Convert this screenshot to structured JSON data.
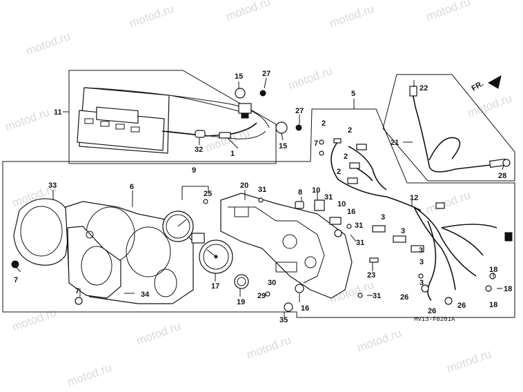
{
  "watermark": "motod.ru",
  "drawing_code": "MV13-F0201A",
  "front_marker": "FR.",
  "callouts": [
    "1",
    "2",
    "3",
    "6",
    "7",
    "8",
    "9",
    "10",
    "11",
    "12",
    "15",
    "16",
    "17",
    "18",
    "19",
    "20",
    "21",
    "22",
    "23",
    "25",
    "26",
    "27",
    "28",
    "29",
    "30",
    "31",
    "32",
    "33",
    "34",
    "35",
    "5"
  ],
  "colors": {
    "ink": "#111111",
    "watermark": "#d9d9d9",
    "background": "#ffffff"
  }
}
